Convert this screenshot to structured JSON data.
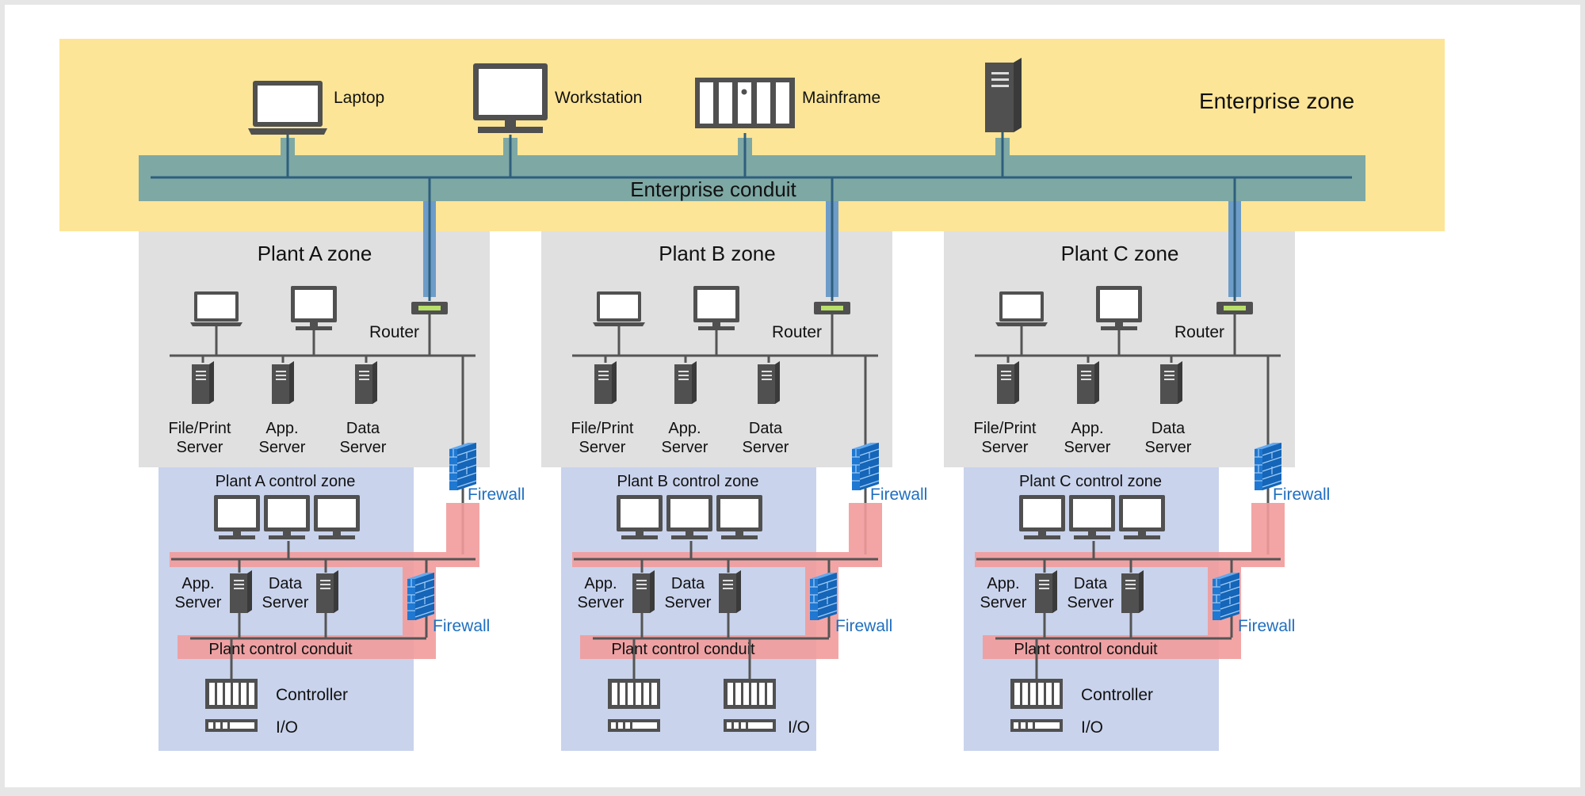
{
  "colors": {
    "background_frame": "#e6e6e6",
    "canvas": "#ffffff",
    "enterprise_zone": "#fde597",
    "enterprise_conduit": "#7ea8a4",
    "plant_zone": "#e0e0e0",
    "control_zone": "#c9d3ec",
    "control_conduit": "#f29b9b",
    "network_line": "#555555",
    "uplink": "#6d9cc8",
    "firewall": "#1f78d1",
    "device": "#505050",
    "firewall_label": "#1f6fc0"
  },
  "enterprise": {
    "zone_label": "Enterprise zone",
    "conduit_label": "Enterprise conduit",
    "devices": [
      {
        "label": "Laptop",
        "icon": "laptop-icon"
      },
      {
        "label": "Workstation",
        "icon": "monitor-icon"
      },
      {
        "label": "Mainframe",
        "icon": "mainframe-icon"
      },
      {
        "label": "",
        "icon": "server-tower-icon"
      }
    ]
  },
  "plants": [
    {
      "zone_label": "Plant A zone",
      "router_label": "Router",
      "servers": [
        {
          "line1": "File/Print",
          "line2": "Server"
        },
        {
          "line1": "App.",
          "line2": "Server"
        },
        {
          "line1": "Data",
          "line2": "Server"
        }
      ],
      "firewall_upper": "Firewall",
      "control_zone_label": "Plant A control zone",
      "control_servers": [
        {
          "line1": "App.",
          "line2": "Server"
        },
        {
          "line1": "Data",
          "line2": "Server"
        }
      ],
      "firewall_lower": "Firewall",
      "control_conduit_label": "Plant control conduit",
      "controller_label": "Controller",
      "io_label": "I/O"
    },
    {
      "zone_label": "Plant B zone",
      "router_label": "Router",
      "servers": [
        {
          "line1": "File/Print",
          "line2": "Server"
        },
        {
          "line1": "App.",
          "line2": "Server"
        },
        {
          "line1": "Data",
          "line2": "Server"
        }
      ],
      "firewall_upper": "Firewall",
      "control_zone_label": "Plant B control zone",
      "control_servers": [
        {
          "line1": "App.",
          "line2": "Server"
        },
        {
          "line1": "Data",
          "line2": "Server"
        }
      ],
      "firewall_lower": "Firewall",
      "control_conduit_label": "Plant control conduit",
      "io_label": "I/O"
    },
    {
      "zone_label": "Plant C zone",
      "router_label": "Router",
      "servers": [
        {
          "line1": "File/Print",
          "line2": "Server"
        },
        {
          "line1": "App.",
          "line2": "Server"
        },
        {
          "line1": "Data",
          "line2": "Server"
        }
      ],
      "firewall_upper": "Firewall",
      "control_zone_label": "Plant C control zone",
      "control_servers": [
        {
          "line1": "App.",
          "line2": "Server"
        },
        {
          "line1": "Data",
          "line2": "Server"
        }
      ],
      "firewall_lower": "Firewall",
      "control_conduit_label": "Plant control conduit",
      "controller_label": "Controller",
      "io_label": "I/O"
    }
  ]
}
